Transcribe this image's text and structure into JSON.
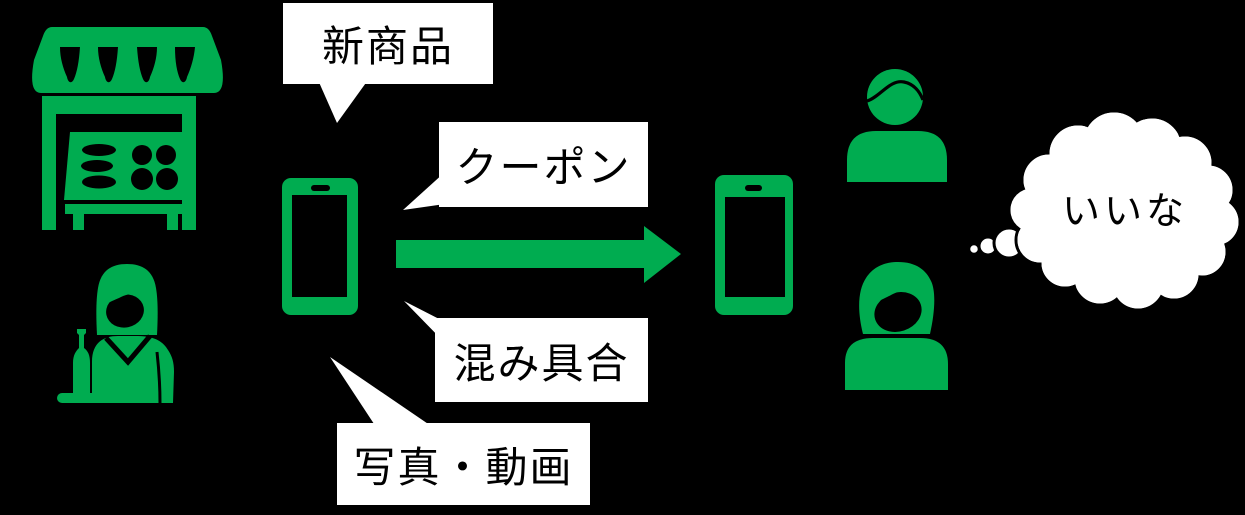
{
  "colors": {
    "brand_green": "#00AC50",
    "background": "#000000",
    "bubble_background": "#FFFFFF",
    "bubble_text": "#000000",
    "cloud_outline": "#000000"
  },
  "sender": {
    "icons": [
      "storefront-icon",
      "shop-staff-icon",
      "smartphone-icon"
    ]
  },
  "bubbles": {
    "new_product": "新商品",
    "coupon": "クーポン",
    "crowd_level": "混み具合",
    "photo_video": "写真・動画"
  },
  "arrow": {
    "direction": "right"
  },
  "receiver": {
    "icons": [
      "smartphone-icon",
      "male-customer-icon",
      "female-customer-icon"
    ],
    "thought_bubble": "いいな"
  }
}
